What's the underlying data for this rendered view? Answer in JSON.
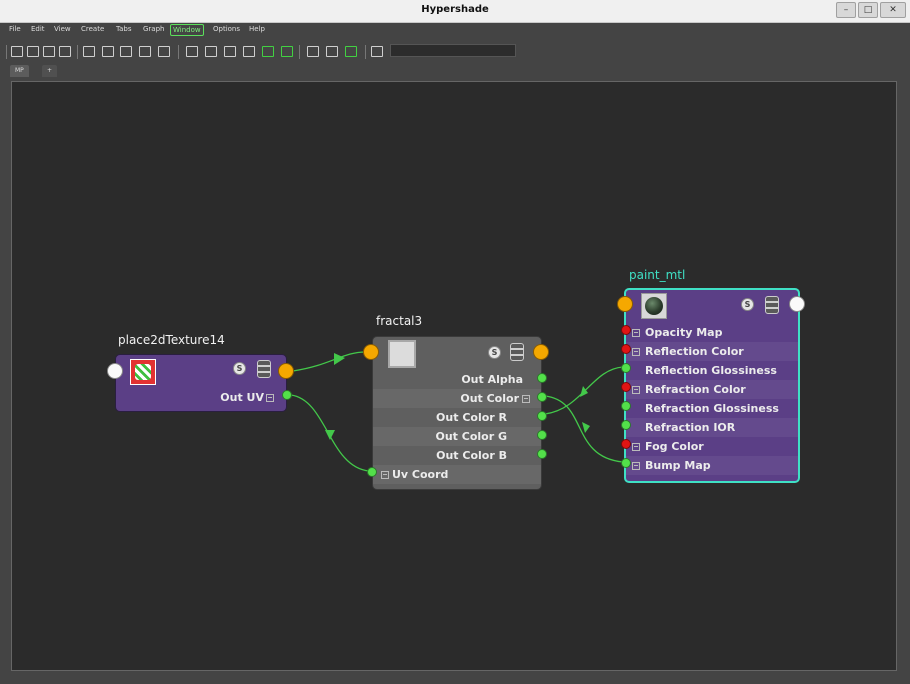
{
  "window": {
    "title": "Hypershade"
  },
  "menu": [
    "File",
    "Edit",
    "View",
    "Create",
    "Tabs",
    "Graph",
    "Window",
    "Options",
    "Help"
  ],
  "menu_active": "Window",
  "tabs": [
    {
      "label": "MP"
    },
    {
      "label": "+"
    }
  ],
  "colors": {
    "selected_outline": "#3fe0c5",
    "texture_node": "#5b3f86",
    "utility_node": "#5f5f5f",
    "connected_port": "#53e04a",
    "unconnected_port": "#e01414",
    "primary_port": "#f5a800",
    "connection_wire": "#43c84a"
  },
  "nodes": {
    "place2d": {
      "name": "place2dTexture14",
      "icon": "place2d-texture-icon",
      "attrs": [
        {
          "label": "Out UV"
        }
      ]
    },
    "fractal": {
      "name": "fractal3",
      "icon": "fractal-texture-icon",
      "attrs": [
        {
          "label": "Out Alpha"
        },
        {
          "label": "Out Color"
        },
        {
          "label": "Out Color R"
        },
        {
          "label": "Out Color G"
        },
        {
          "label": "Out Color B"
        },
        {
          "label": "Uv Coord"
        }
      ]
    },
    "paint": {
      "name": "paint_mtl",
      "icon": "material-sphere-icon",
      "attrs": [
        {
          "label": "Opacity Map"
        },
        {
          "label": "Reflection Color"
        },
        {
          "label": "Reflection Glossiness"
        },
        {
          "label": "Refraction Color"
        },
        {
          "label": "Refraction Glossiness"
        },
        {
          "label": "Refraction IOR"
        },
        {
          "label": "Fog Color"
        },
        {
          "label": "Bump Map"
        }
      ]
    }
  }
}
